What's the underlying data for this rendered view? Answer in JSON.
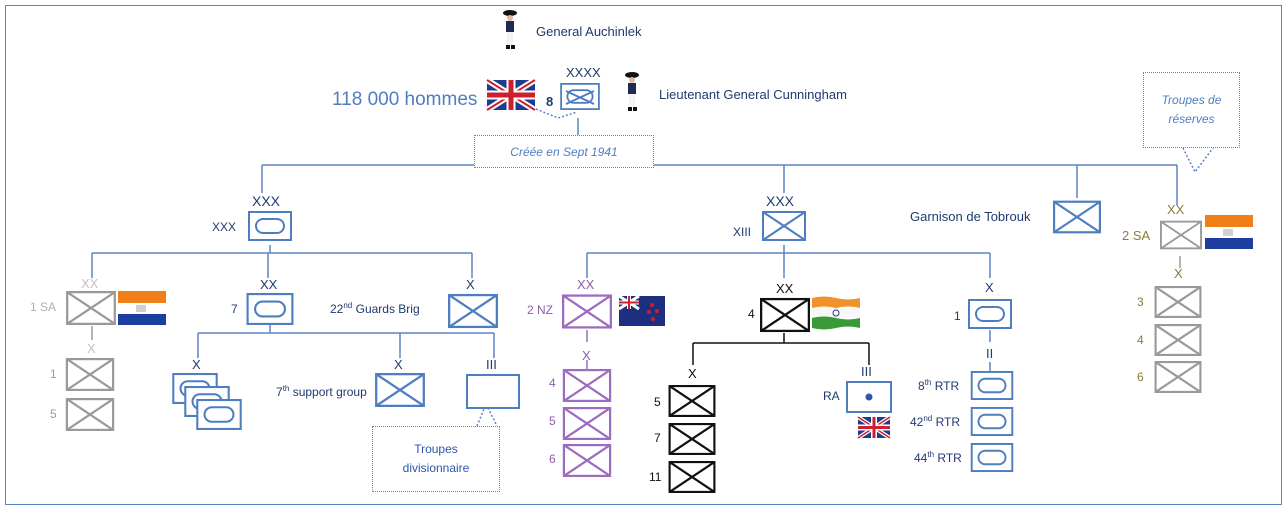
{
  "commander": "General Auchinlek",
  "army": {
    "strength": "118 000 hommes",
    "echelon": "XXXX",
    "number": "8",
    "commander": "Lieutenant General Cunningham",
    "note": "Créée en Sept 1941"
  },
  "reserves_note": "Troupes de réserves",
  "corps_xxx": {
    "echelon": "XXX",
    "name": "XXX"
  },
  "corps_xiii": {
    "echelon": "XXX",
    "name": "XIII"
  },
  "tobruk": {
    "name": "Garnison de Tobrouk"
  },
  "sa2": {
    "echelon": "XX",
    "name": "2 SA",
    "sub_echelon": "X",
    "brigades": [
      "3",
      "4",
      "6"
    ]
  },
  "sa1": {
    "echelon": "XX",
    "name": "1 SA",
    "sub_echelon": "X",
    "brigades": [
      "1",
      "5"
    ]
  },
  "div7": {
    "echelon": "XX",
    "name": "7",
    "brig_echelon": "X",
    "support_echelon": "X",
    "support_name": "support group",
    "support_num": "7",
    "support_sup": "th",
    "troops_echelon": "III",
    "troops_note": "Troupes divisionnaire"
  },
  "guards": {
    "echelon": "X",
    "num": "22",
    "sup": "nd",
    "name": "Guards Brig"
  },
  "nz2": {
    "echelon": "XX",
    "name": "2 NZ",
    "sub_echelon": "X",
    "brigades": [
      "4",
      "5",
      "6"
    ]
  },
  "ind4": {
    "echelon": "XX",
    "name": "4",
    "sub_echelon": "X",
    "brigades": [
      "5",
      "7",
      "11"
    ],
    "ra_echelon": "III",
    "ra_name": "RA"
  },
  "arm1": {
    "echelon": "X",
    "name": "1",
    "sub_echelon": "II",
    "regiments": [
      {
        "num": "8",
        "sup": "th",
        "name": "RTR"
      },
      {
        "num": "42",
        "sup": "nd",
        "name": "RTR"
      },
      {
        "num": "44",
        "sup": "th",
        "name": "RTR"
      }
    ]
  },
  "colors": {
    "blue": "#4f7ec0",
    "navy": "#1f3a6e",
    "gray": "#9a9a9a",
    "olive": "#8c7a3c",
    "purple": "#9b6cbf",
    "black": "#111111"
  }
}
